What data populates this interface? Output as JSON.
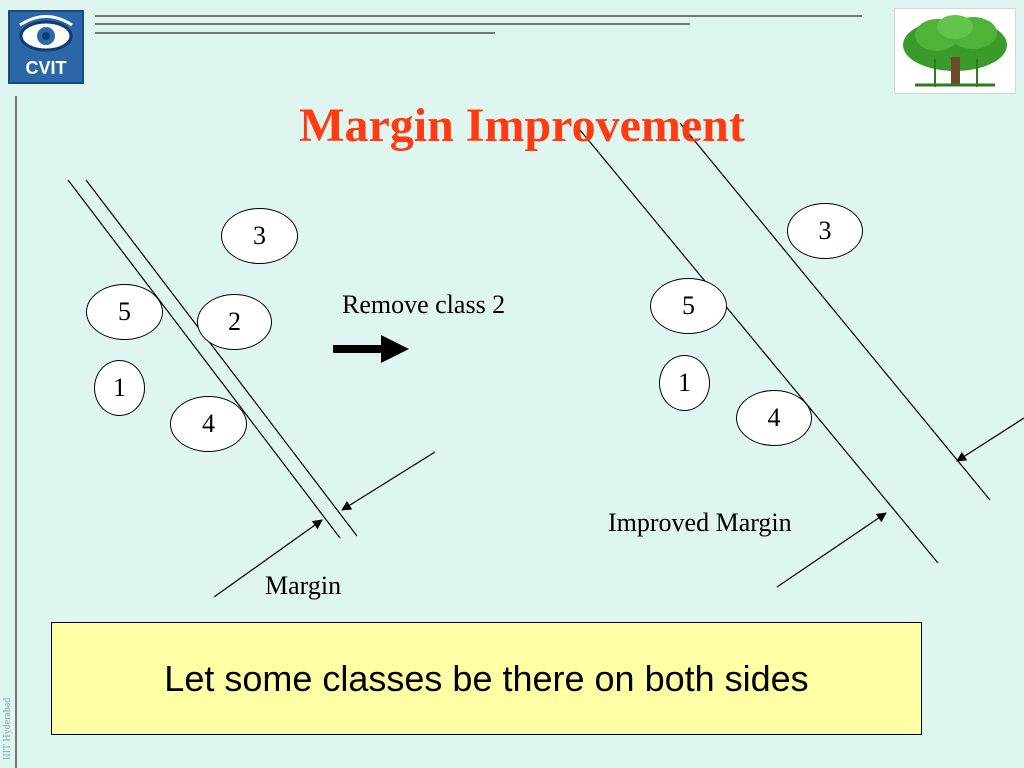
{
  "slide": {
    "title": "Margin Improvement",
    "watermark": "IIIT Hyderabad"
  },
  "logos": {
    "left": {
      "text": "CVIT",
      "icon": "eye-icon"
    },
    "right": {
      "icon": "tree-icon"
    }
  },
  "before": {
    "classes": [
      "3",
      "5",
      "2",
      "1",
      "4"
    ],
    "margin_label": "Margin"
  },
  "transition": {
    "label": "Remove class 2",
    "icon": "right-arrow-icon"
  },
  "after": {
    "classes": [
      "3",
      "5",
      "1",
      "4"
    ],
    "margin_label": "Improved Margin"
  },
  "note": {
    "text": "Let some classes be there on both sides"
  },
  "colors": {
    "background": "#dff5ef",
    "title": "#ff3b12",
    "note_fill": "#ffffa6",
    "logo_blue": "#2a66a8",
    "tree_green": "#3a9a2a"
  }
}
